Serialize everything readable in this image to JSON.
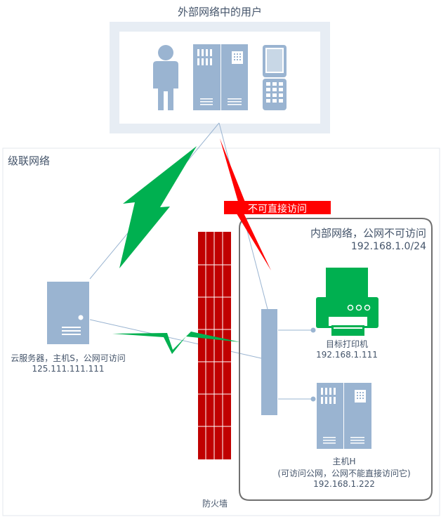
{
  "external": {
    "title": "外部网络中的用户"
  },
  "cascade": {
    "title": "级联网络"
  },
  "internal": {
    "title": "内部网络，公网不可访问",
    "subnet": "192.168.1.0/24"
  },
  "blocked_label": "不可直接访问",
  "cloud_server": {
    "name": "云服务器，主机S，公网可访问",
    "ip": "125.111.111.111"
  },
  "printer": {
    "name": "目标打印机",
    "ip": "192.168.1.111"
  },
  "host_h": {
    "name": "主机H",
    "note": "(可访问公网，公网不能直接访问它)",
    "ip": "192.168.1.222"
  },
  "firewall": {
    "label": "防火墙"
  },
  "colors": {
    "device": "#9ab4d1",
    "firewall": "#c00000",
    "allowed": "#00b050",
    "blocked": "#ff0000",
    "printer": "#00b050"
  }
}
